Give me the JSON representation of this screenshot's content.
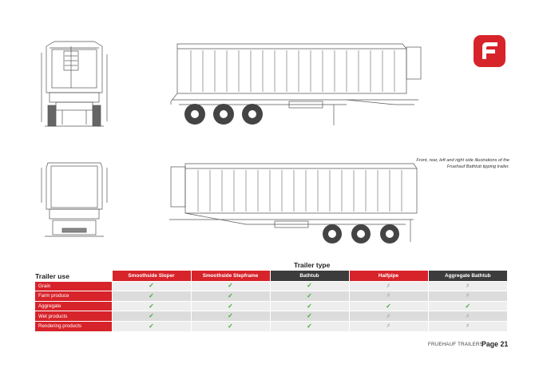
{
  "caption": "Front, rear, left and right side illustrations of the Fruehauf Bathtub tipping trailer.",
  "table": {
    "title": "Trailer type",
    "use_header": "Trailer use",
    "columns": [
      {
        "label": "Smoothside Sloper",
        "color": "#d7232a"
      },
      {
        "label": "Smoothside Stepframe",
        "color": "#d7232a"
      },
      {
        "label": "Bathtub",
        "color": "#3c3c3c"
      },
      {
        "label": "Halfpipe",
        "color": "#d7232a"
      },
      {
        "label": "Aggregate Bathtub",
        "color": "#3c3c3c"
      }
    ],
    "rows": [
      {
        "label": "Grain",
        "values": [
          "yes",
          "yes",
          "yes",
          "no",
          "no"
        ]
      },
      {
        "label": "Farm produce",
        "values": [
          "yes",
          "yes",
          "yes",
          "no",
          "no"
        ]
      },
      {
        "label": "Aggregate",
        "values": [
          "yes",
          "yes",
          "yes",
          "yes",
          "yes"
        ]
      },
      {
        "label": "Wet products",
        "values": [
          "yes",
          "yes",
          "yes",
          "no",
          "no"
        ]
      },
      {
        "label": "Rendering products",
        "values": [
          "yes",
          "yes",
          "yes",
          "no",
          "no"
        ]
      }
    ],
    "yes_symbol": "✓",
    "no_symbol": "✗"
  },
  "footer": {
    "brand": "FRUEHAUF TRAILERS",
    "page": "Page 21"
  },
  "colors": {
    "brand_red": "#d7232a",
    "dark_header": "#3c3c3c",
    "tick_green": "#3daa35"
  }
}
